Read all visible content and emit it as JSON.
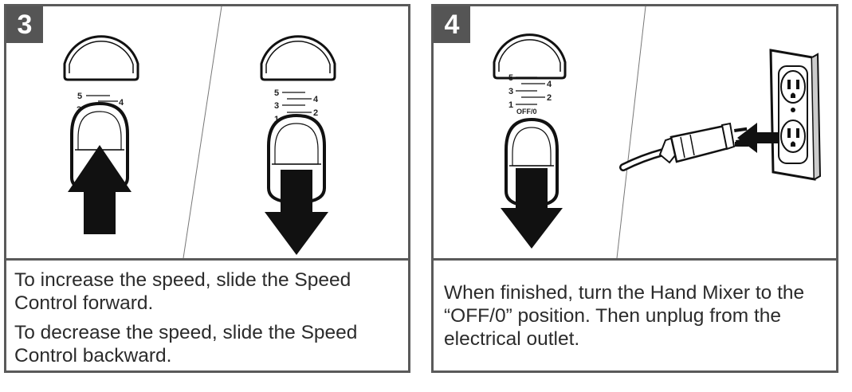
{
  "steps": [
    {
      "number": "3",
      "captions": [
        "To increase the speed, slide the Speed Control forward.",
        "To decrease the speed, slide the Speed Control backward."
      ],
      "dial_left": {
        "marks": [
          "5",
          "4",
          "3"
        ]
      },
      "dial_right": {
        "marks": [
          "5",
          "4",
          "3",
          "2",
          "1"
        ]
      }
    },
    {
      "number": "4",
      "captions": [
        "When finished, turn the Hand Mixer to the “OFF/0” position. Then unplug from the electrical outlet."
      ],
      "dial": {
        "marks": [
          "5",
          "4",
          "3",
          "2",
          "1"
        ],
        "off_label": "OFF/0"
      }
    }
  ]
}
